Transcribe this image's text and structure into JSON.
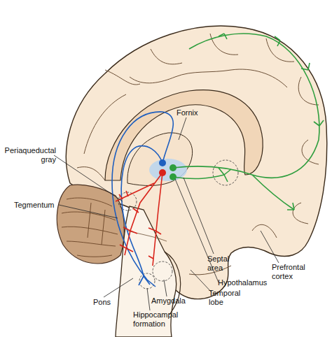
{
  "diagram": {
    "labels": [
      "Fornix",
      "Periaqueductal gray",
      "Tegmentum",
      "Septal area",
      "Prefrontal cortex",
      "Hypothalamus",
      "Temporal lobe",
      "Amygdala",
      "Pons",
      "Hippocampal formation"
    ]
  }
}
